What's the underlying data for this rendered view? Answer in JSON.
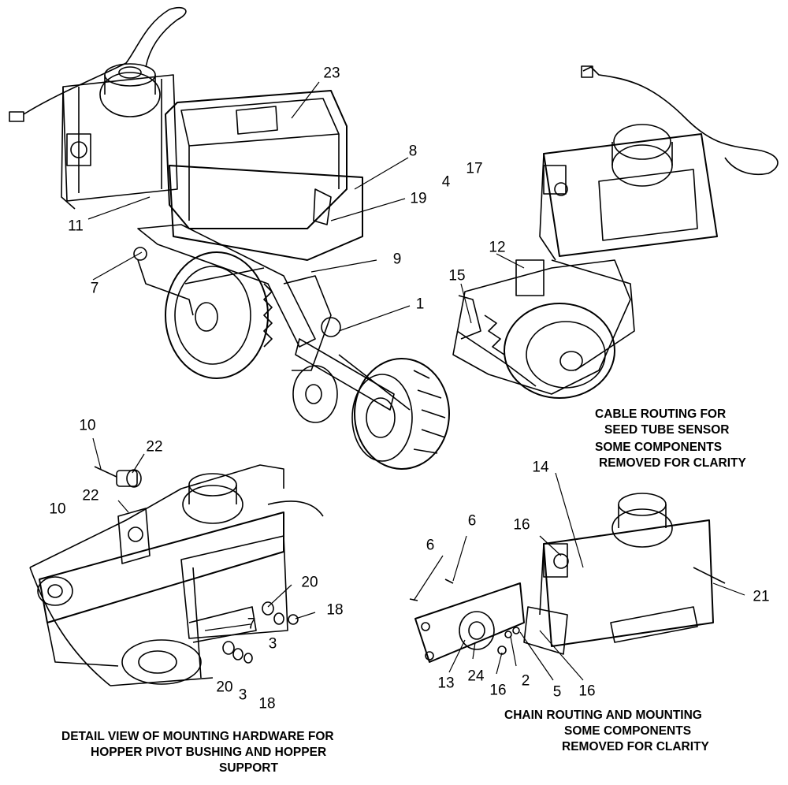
{
  "callouts": {
    "c23": "23",
    "c8": "8",
    "c4": "4",
    "c17": "17",
    "c19": "19",
    "c9": "9",
    "c1": "1",
    "c11": "11",
    "c7a": "7",
    "c12": "12",
    "c15": "15",
    "c10a": "10",
    "c22a": "22",
    "c22b": "22",
    "c10b": "10",
    "c20a": "20",
    "c7b": "7",
    "c18a": "18",
    "c3a": "3",
    "c20b": "20",
    "c3b": "3",
    "c18b": "18",
    "c6a": "6",
    "c6b": "6",
    "c16a": "16",
    "c14": "14",
    "c21": "21",
    "c13": "13",
    "c24": "24",
    "c16b": "16",
    "c2": "2",
    "c5": "5",
    "c16c": "16"
  },
  "captions": {
    "cable": [
      "CABLE ROUTING FOR",
      "SEED TUBE SENSOR",
      "SOME COMPONENTS",
      "REMOVED FOR CLARITY"
    ],
    "chain": [
      "CHAIN ROUTING AND MOUNTING",
      "SOME COMPONENTS",
      "REMOVED FOR CLARITY"
    ],
    "detail": [
      "DETAIL VIEW OF MOUNTING HARDWARE FOR",
      "HOPPER PIVOT BUSHING AND HOPPER",
      "SUPPORT"
    ]
  }
}
